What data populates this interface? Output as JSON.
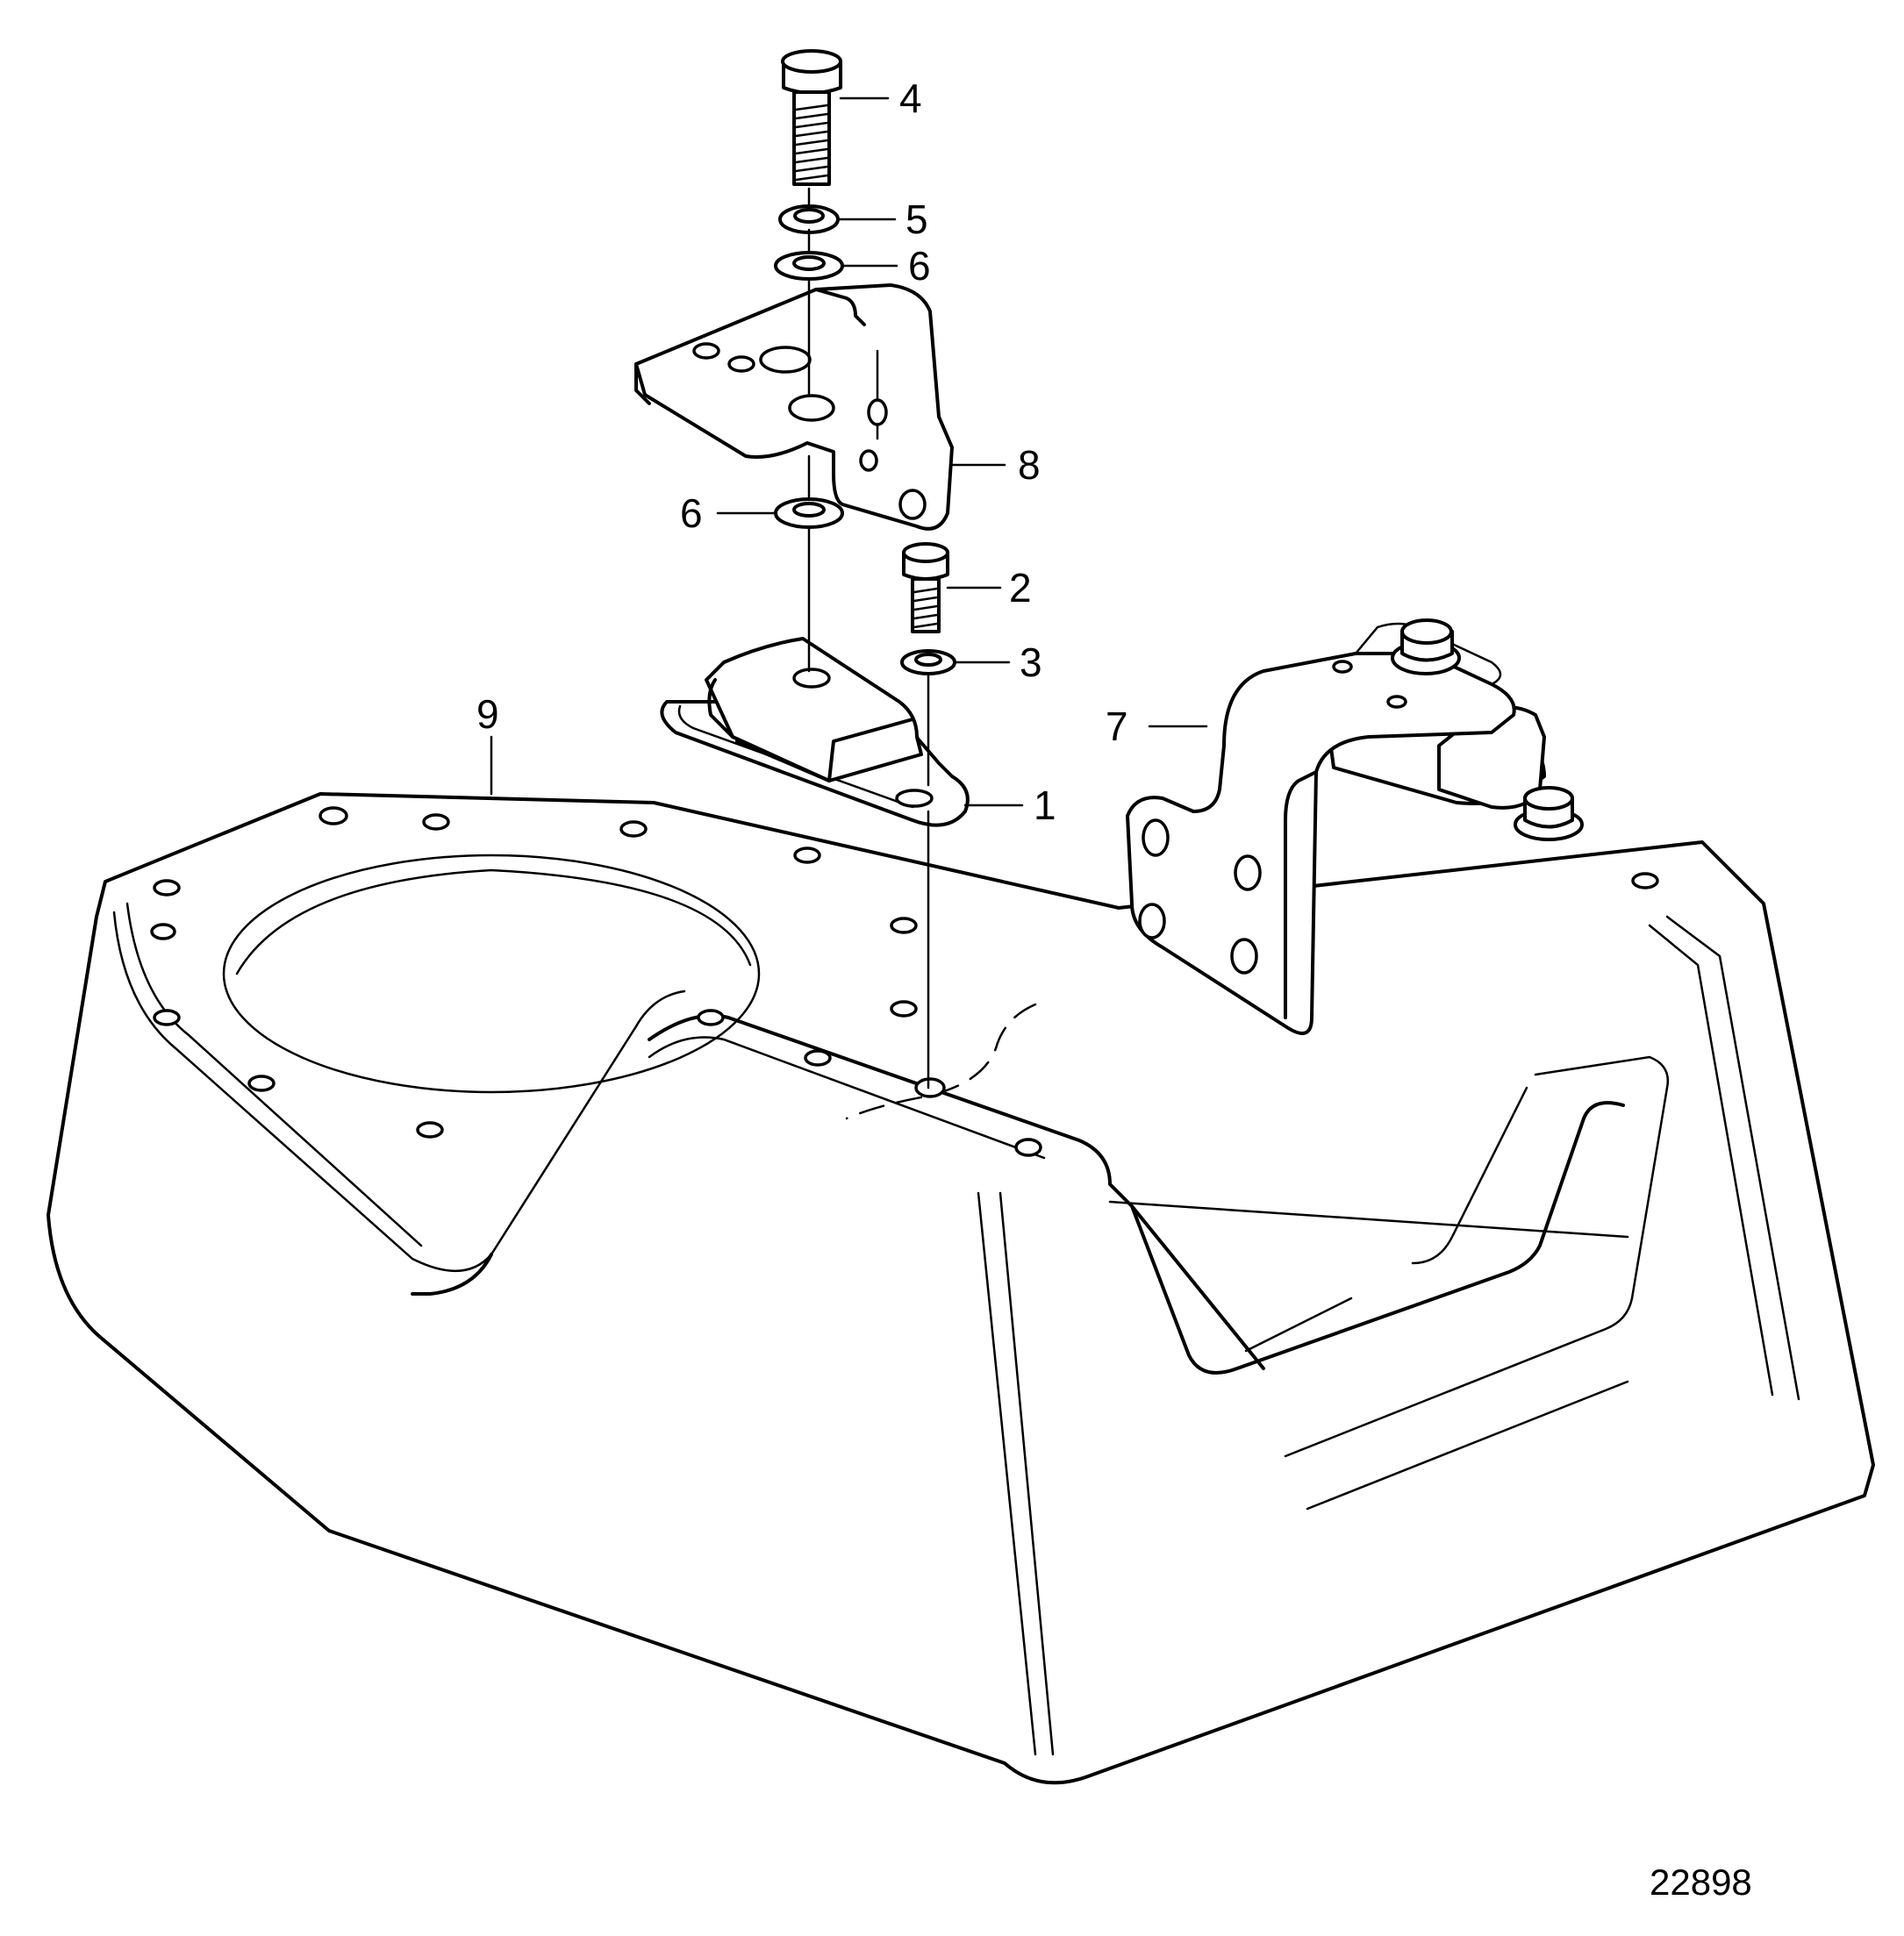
{
  "callouts": {
    "c1": "1",
    "c2": "2",
    "c3": "3",
    "c4": "4",
    "c5": "5",
    "c6a": "6",
    "c6b": "6",
    "c7": "7",
    "c8": "8",
    "c9": "9"
  },
  "figure_number": "22898"
}
